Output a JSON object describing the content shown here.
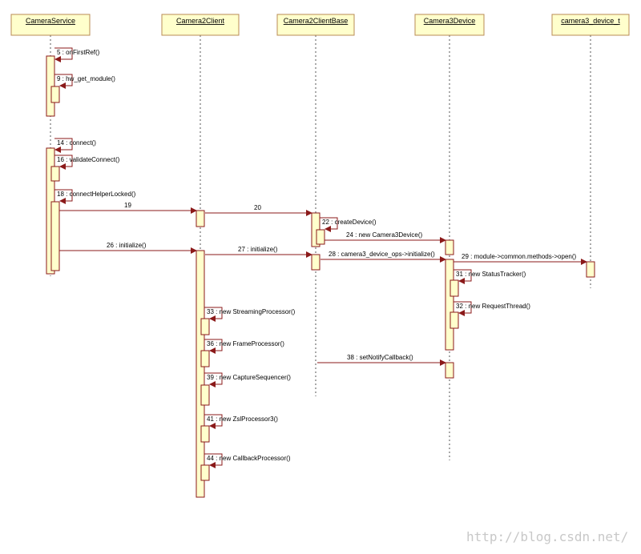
{
  "lifelines": [
    {
      "id": "cs",
      "name": "CameraService"
    },
    {
      "id": "c2c",
      "name": "Camera2Client"
    },
    {
      "id": "c2cb",
      "name": "Camera2ClientBase"
    },
    {
      "id": "c3d",
      "name": "Camera3Device"
    },
    {
      "id": "c3dt",
      "name": "camera3_device_t"
    }
  ],
  "messages": [
    {
      "label": "5 : onFirstRef()",
      "from": "cs",
      "to": "cs"
    },
    {
      "label": "9 : hw_get_module()",
      "from": "cs",
      "to": "cs"
    },
    {
      "label": "14 : connect()",
      "from": "cs",
      "to": "cs"
    },
    {
      "label": "16 : validateConnect()",
      "from": "cs",
      "to": "cs"
    },
    {
      "label": "18 : connectHelperLocked()",
      "from": "cs",
      "to": "cs"
    },
    {
      "label": "19",
      "from": "cs",
      "to": "c2c"
    },
    {
      "label": "20",
      "from": "c2c",
      "to": "c2cb"
    },
    {
      "label": "22 : createDevice()",
      "from": "c2cb",
      "to": "c2cb"
    },
    {
      "label": "24 : new Camera3Device()",
      "from": "c2cb",
      "to": "c3d"
    },
    {
      "label": "26 : initialize()",
      "from": "cs",
      "to": "c2c"
    },
    {
      "label": "27 : initialize()",
      "from": "c2c",
      "to": "c2cb"
    },
    {
      "label": "28 : camera3_device_ops->initialize()",
      "from": "c2cb",
      "to": "c3d"
    },
    {
      "label": "29 : module->common.methods->open()",
      "from": "c3d",
      "to": "c3dt"
    },
    {
      "label": "31 : new StatusTracker()",
      "from": "c3d",
      "to": "c3d"
    },
    {
      "label": "32 : new RequestThread()",
      "from": "c3d",
      "to": "c3d"
    },
    {
      "label": "33 : new StreamingProcessor()",
      "from": "c2c",
      "to": "c2c"
    },
    {
      "label": "36 : new FrameProcessor()",
      "from": "c2c",
      "to": "c2c"
    },
    {
      "label": "38 : setNotifyCallback()",
      "from": "c2cb",
      "to": "c3d"
    },
    {
      "label": "39 : new CaptureSequencer()",
      "from": "c2c",
      "to": "c2c"
    },
    {
      "label": "41 : new ZslProcessor3()",
      "from": "c2c",
      "to": "c2c"
    },
    {
      "label": "44 : new CallbackProcessor()",
      "from": "c2c",
      "to": "c2c"
    }
  ],
  "watermark": "http://blog.csdn.net/",
  "colors": {
    "box_fill": "#ffffcc",
    "box_stroke": "#b88b54",
    "arrow": "#8b1a1a"
  }
}
